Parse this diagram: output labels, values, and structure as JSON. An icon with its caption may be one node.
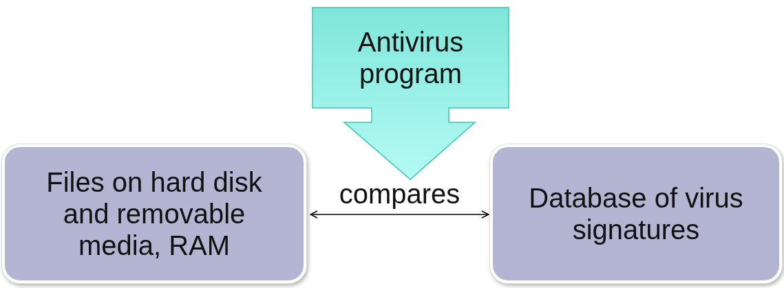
{
  "diagram": {
    "nodes": [
      {
        "text": [
          "Antivirus program"
        ]
      },
      {
        "text": [
          "Files on hard disk and removable media, RAM"
        ]
      },
      {
        "text": [
          "Database of virus signatures"
        ]
      }
    ],
    "edges": [
      {
        "from": 1,
        "to": 2,
        "arrow": "both",
        "label": "compares"
      }
    ]
  }
}
